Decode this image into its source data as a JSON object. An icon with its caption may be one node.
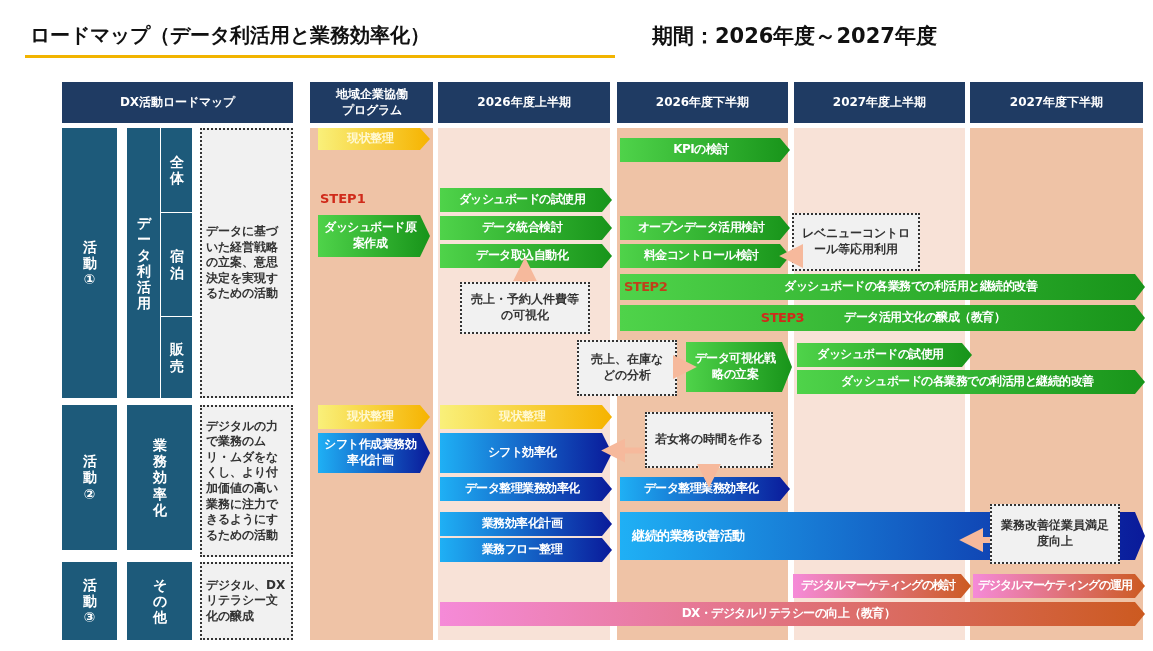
{
  "diagram": {
    "title": "ロードマップ（データ利活用と業務効率化）",
    "nodes": [
      {
        "text": [
          "DX活動ロードマップ"
        ]
      },
      {
        "text": [
          "地域企業協働プログラム"
        ]
      },
      {
        "text": [
          "2026年度上半期"
        ]
      },
      {
        "text": [
          "2026年度下半期"
        ]
      },
      {
        "text": [
          "2027年度上半期"
        ]
      },
      {
        "text": [
          "2027年度下半期"
        ]
      },
      {
        "text": [
          "活動①"
        ]
      },
      {
        "text": [
          "データ利活用"
        ]
      },
      {
        "text": [
          "全体"
        ]
      },
      {
        "text": [
          "宿泊"
        ]
      },
      {
        "text": [
          "販売"
        ]
      },
      {
        "text": [
          "データに基づいた経営戦略の立案、意思決定を実現するための活動"
        ]
      },
      {
        "text": [
          "活動②"
        ]
      },
      {
        "text": [
          "業務効率化"
        ]
      },
      {
        "text": [
          "デジタルの力で業務のムリ・ムダをなくし、より付加価値の高い業務に注力できるようにするための活動"
        ]
      },
      {
        "text": [
          "活動③"
        ]
      },
      {
        "text": [
          "その他"
        ]
      },
      {
        "text": [
          "デジタル、DXリテラシー文化の醸成"
        ]
      },
      {
        "text": [
          "現状整理"
        ]
      },
      {
        "text": [
          "KPIの検討"
        ]
      },
      {
        "text": [
          "ダッシュボード原案作成"
        ]
      },
      {
        "text": [
          "ダッシュボードの試使用"
        ]
      },
      {
        "text": [
          "データ統合検討"
        ]
      },
      {
        "text": [
          "データ取込自動化"
        ]
      },
      {
        "text": [
          "売上・予約人件費等の可視化"
        ]
      },
      {
        "text": [
          "オープンデータ活用検討"
        ]
      },
      {
        "text": [
          "料金コントロール検討"
        ]
      },
      {
        "text": [
          "レベニューコントロール等応用利用"
        ]
      },
      {
        "text": [
          "STEP2",
          "ダッシュボードの各業務での利活用と継続的改善"
        ]
      },
      {
        "text": [
          "STEP3",
          "データ活用文化の醸成（教育）"
        ]
      },
      {
        "text": [
          "売上、在庫などの分析"
        ]
      },
      {
        "text": [
          "データ可視化戦略の立案"
        ]
      },
      {
        "text": [
          "ダッシュボードの試使用"
        ]
      },
      {
        "text": [
          "ダッシュボードの各業務での利活用と継続的改善"
        ]
      },
      {
        "text": [
          "現状整理"
        ]
      },
      {
        "text": [
          "現状整理"
        ]
      },
      {
        "text": [
          "シフト作成業務効率化計画"
        ]
      },
      {
        "text": [
          "シフト効率化"
        ]
      },
      {
        "text": [
          "若女将の時間を作る"
        ]
      },
      {
        "text": [
          "データ整理業務効率化"
        ]
      },
      {
        "text": [
          "データ整理業務効率化"
        ]
      },
      {
        "text": [
          "業務効率化計画"
        ]
      },
      {
        "text": [
          "業務フロー整理"
        ]
      },
      {
        "text": [
          "継続的業務改善活動"
        ]
      },
      {
        "text": [
          "業務改善従業員満足度向上"
        ]
      },
      {
        "text": [
          "デジタルマーケティングの検討"
        ]
      },
      {
        "text": [
          "デジタルマーケティングの運用"
        ]
      },
      {
        "text": [
          "DX・デジタルリテラシーの向上（教育）"
        ]
      }
    ],
    "edges": [
      {
        "from": 24,
        "to": 23,
        "arrow": "to"
      },
      {
        "from": 27,
        "to": 26,
        "arrow": "to"
      },
      {
        "from": 30,
        "to": 31,
        "arrow": "to"
      },
      {
        "from": 38,
        "to": 37,
        "arrow": "to"
      },
      {
        "from": 38,
        "to": 40,
        "arrow": "to"
      },
      {
        "from": 44,
        "to": 43,
        "arrow": "to"
      }
    ],
    "labels": [
      "期間：2026年度～2027年度",
      "STEP1"
    ]
  }
}
